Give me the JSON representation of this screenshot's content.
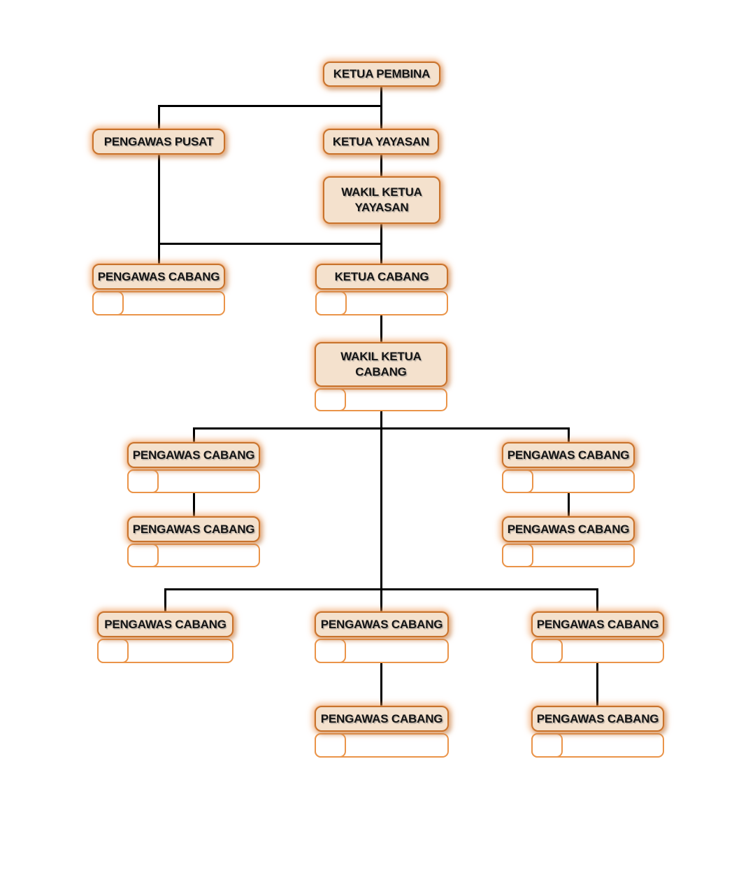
{
  "page": {
    "background": "#ffffff"
  },
  "colors": {
    "node_fill": "#f4e1cd",
    "node_border": "#c8732d",
    "node_glow": "#ec9652",
    "detail_box_border": "#ea9449",
    "connector_line": "#000000",
    "label_text": "#141414"
  },
  "nodes": {
    "ketua_pembina": {
      "label": "KETUA PEMBINA"
    },
    "pengawas_pusat": {
      "label": "PENGAWAS PUSAT"
    },
    "ketua_yayasan": {
      "label": "KETUA YAYASAN"
    },
    "wakil_ketua_yayasan": {
      "label": "WAKIL KETUA YAYASAN"
    },
    "pengawas_cabang_pusat": {
      "label": "PENGAWAS CABANG"
    },
    "ketua_cabang": {
      "label": "KETUA CABANG"
    },
    "wakil_ketua_cabang": {
      "label": "WAKIL KETUA CABANG"
    },
    "pengawas_cabang_mid_left_1": {
      "label": "PENGAWAS CABANG"
    },
    "pengawas_cabang_mid_left_2": {
      "label": "PENGAWAS CABANG"
    },
    "pengawas_cabang_mid_right_1": {
      "label": "PENGAWAS CABANG"
    },
    "pengawas_cabang_mid_right_2": {
      "label": "PENGAWAS CABANG"
    },
    "pengawas_cabang_bottom_left": {
      "label": "PENGAWAS CABANG"
    },
    "pengawas_cabang_bottom_center": {
      "label": "PENGAWAS CABANG"
    },
    "pengawas_cabang_bottom_right": {
      "label": "PENGAWAS CABANG"
    },
    "pengawas_cabang_bottom_center_child": {
      "label": "PENGAWAS CABANG"
    },
    "pengawas_cabang_bottom_right_child": {
      "label": "PENGAWAS CABANG"
    }
  }
}
